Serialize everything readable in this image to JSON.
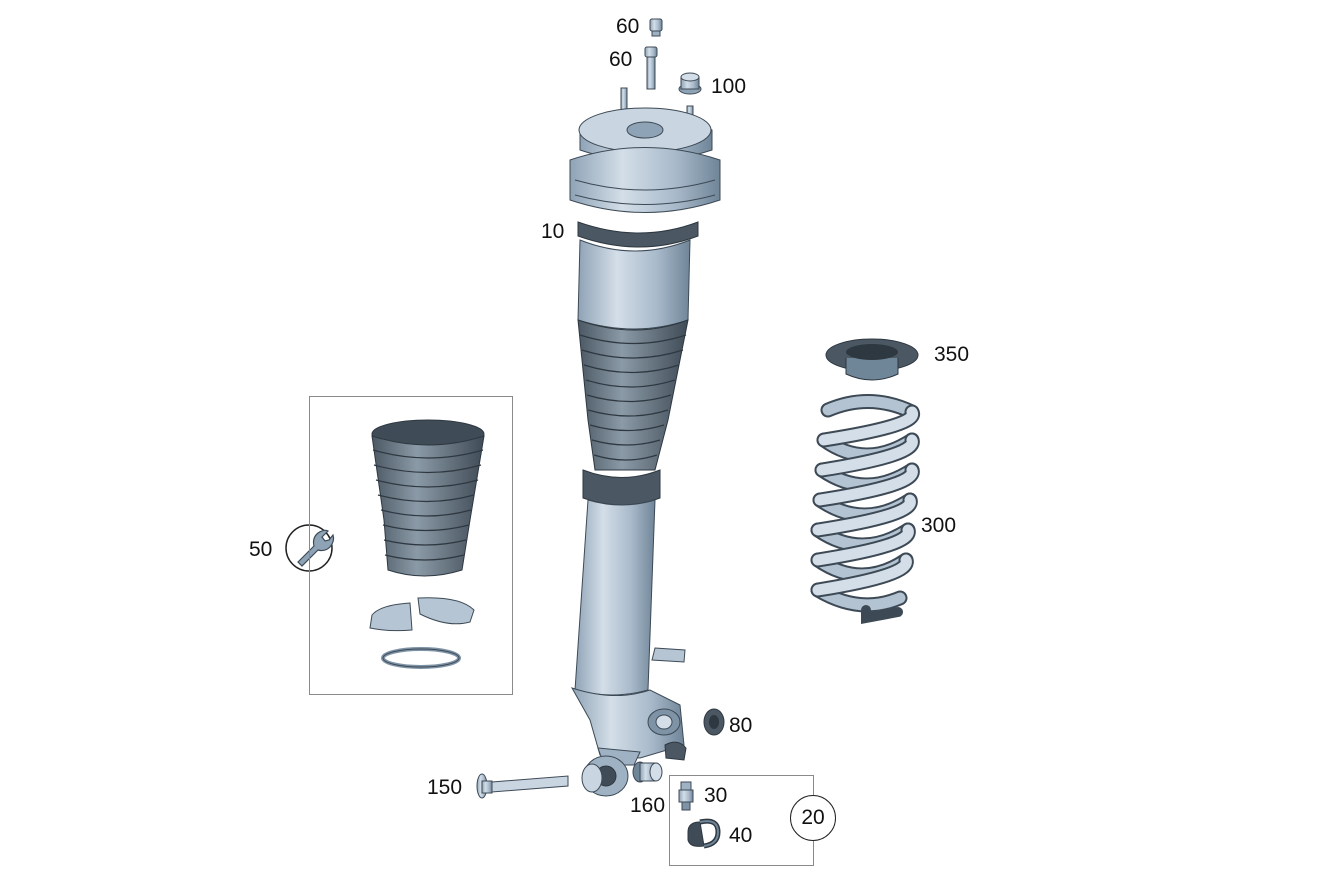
{
  "colors": {
    "part_light": "#c9d6e2",
    "part_mid": "#9fb2c4",
    "part_dark": "#6f8598",
    "bellows_dark": "#55636f",
    "outline": "#3d4a56",
    "box_border": "#8a8a8a"
  },
  "callouts": {
    "stud_top": "60",
    "stud_long": "60",
    "nut_top": "100",
    "air_strut": "10",
    "spring_seat": "350",
    "coil_spring": "300",
    "repair_kit": "50",
    "plug_seal": "80",
    "bolt": "150",
    "nut_bottom": "160",
    "valve": "30",
    "cap": "40",
    "valve_kit": "20"
  },
  "icons": {
    "repair_kit_icon": "wrench-icon"
  }
}
